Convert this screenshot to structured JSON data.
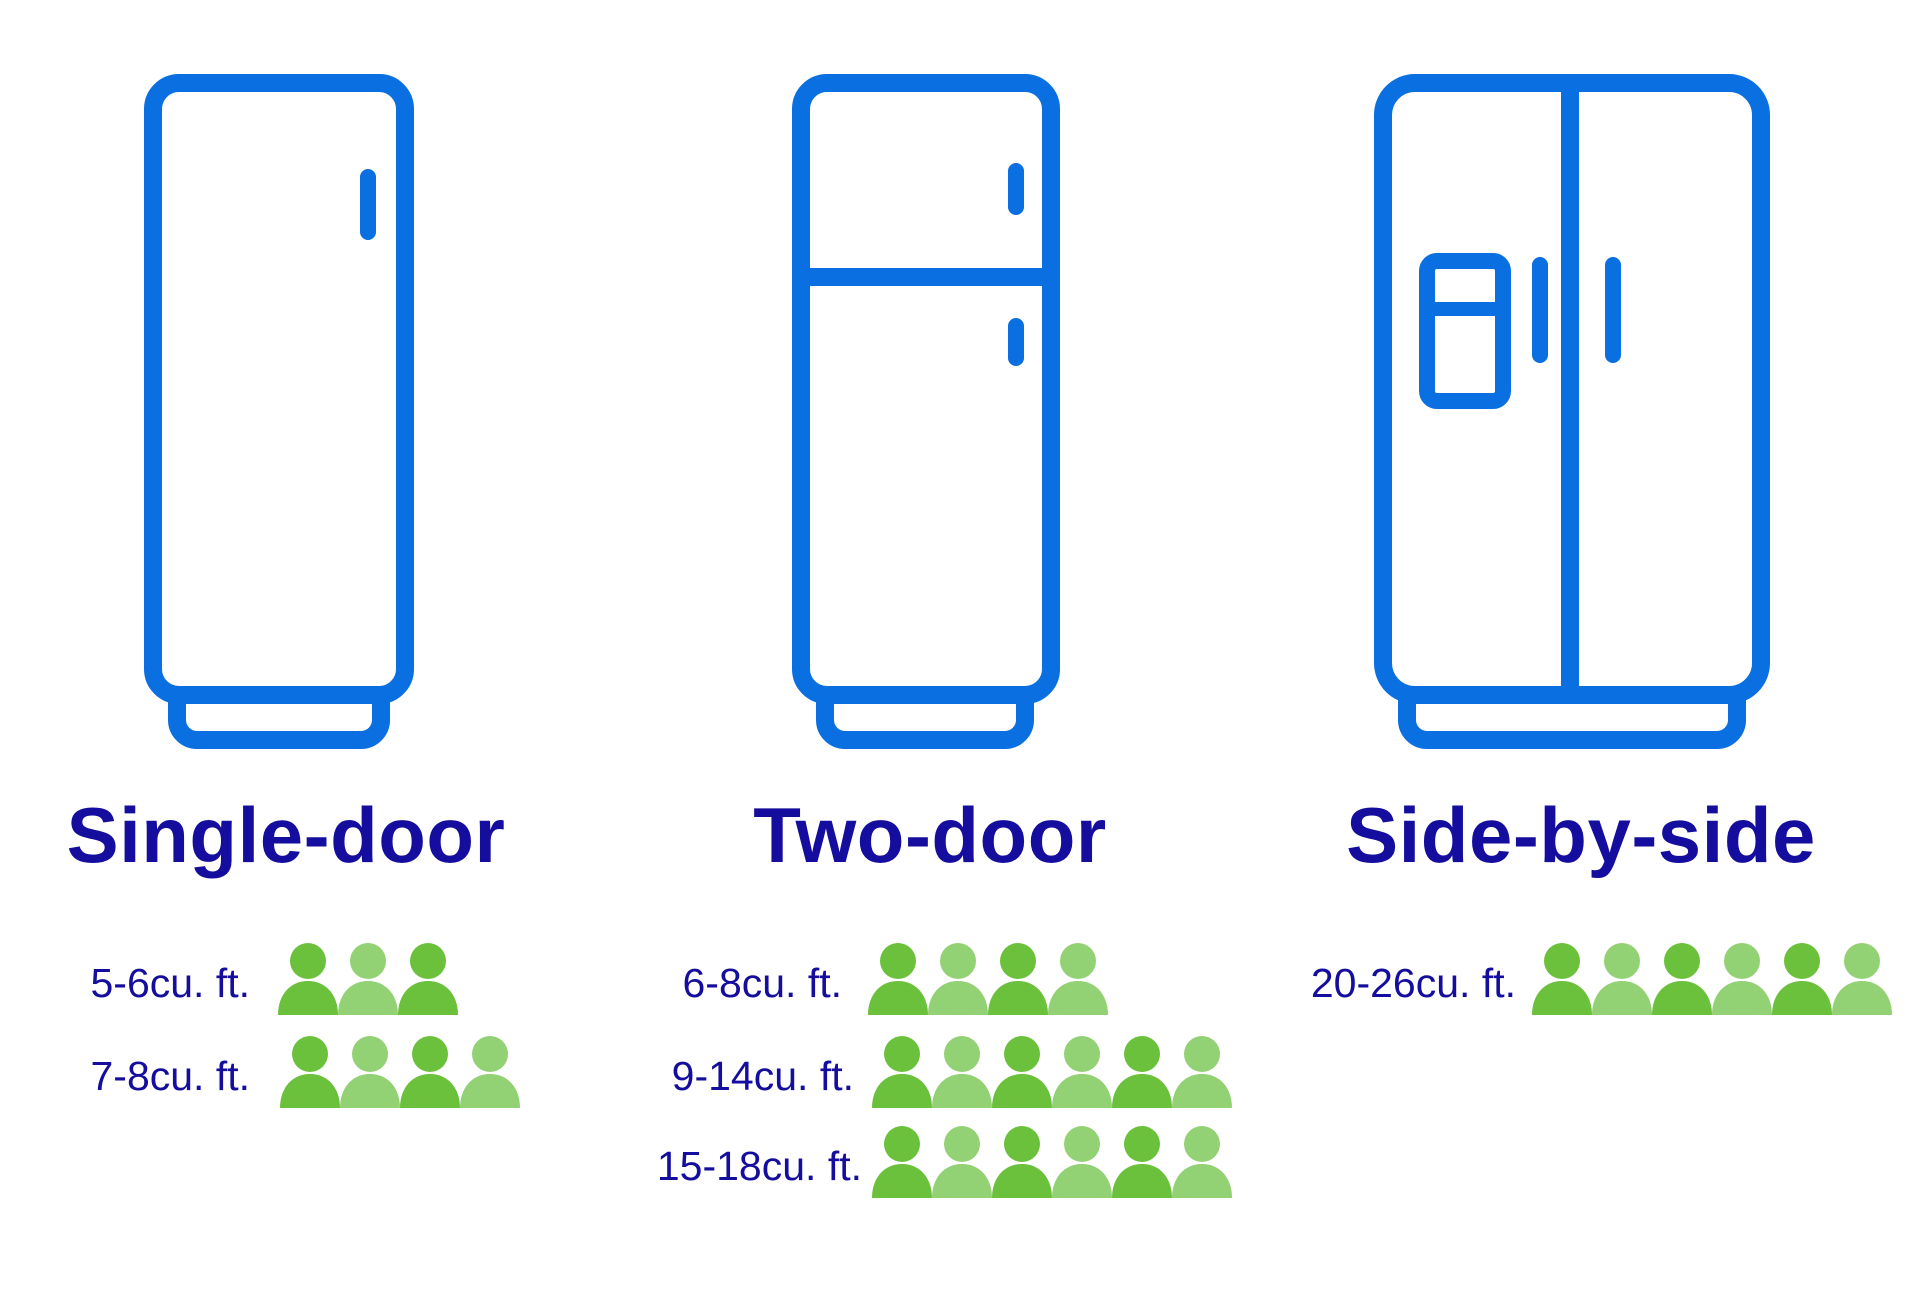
{
  "colors": {
    "icon_stroke": "#0A6FE0",
    "title_text": "#140D9E",
    "person_dark": "#6BC13C",
    "person_light": "#93D175"
  },
  "columns": [
    {
      "icon": "single-door-fridge-icon",
      "title": "Single-door",
      "capacities": [
        {
          "label": "5-6cu. ft.",
          "people": 3
        },
        {
          "label": "7-8cu. ft.",
          "people": 4
        }
      ]
    },
    {
      "icon": "two-door-fridge-icon",
      "title": "Two-door",
      "capacities": [
        {
          "label": "6-8cu. ft.",
          "people": 4
        },
        {
          "label": "9-14cu. ft.",
          "people": 6
        },
        {
          "label": "15-18cu. ft.",
          "people": 6
        }
      ]
    },
    {
      "icon": "side-by-side-fridge-icon",
      "title": "Side-by-side",
      "capacities": [
        {
          "label": "20-26cu. ft.",
          "people": 6
        }
      ]
    }
  ]
}
